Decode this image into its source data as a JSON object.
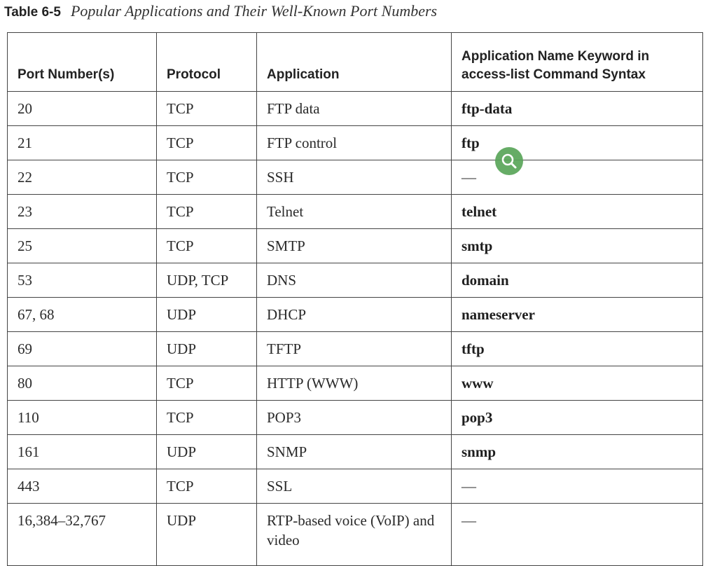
{
  "caption": {
    "label": "Table 6-5",
    "title": "Popular Applications and Their Well-Known Port Numbers"
  },
  "table": {
    "headers": [
      "Port Number(s)",
      "Protocol",
      "Application",
      "Application Name Keyword in access-list Command Syntax"
    ],
    "rows": [
      {
        "port": "20",
        "protocol": "TCP",
        "application": "FTP data",
        "keyword": "ftp-data"
      },
      {
        "port": "21",
        "protocol": "TCP",
        "application": "FTP control",
        "keyword": "ftp"
      },
      {
        "port": "22",
        "protocol": "TCP",
        "application": "SSH",
        "keyword": "—"
      },
      {
        "port": "23",
        "protocol": "TCP",
        "application": "Telnet",
        "keyword": "telnet"
      },
      {
        "port": "25",
        "protocol": "TCP",
        "application": "SMTP",
        "keyword": "smtp"
      },
      {
        "port": "53",
        "protocol": "UDP, TCP",
        "application": "DNS",
        "keyword": "domain"
      },
      {
        "port": "67, 68",
        "protocol": "UDP",
        "application": "DHCP",
        "keyword": "nameserver"
      },
      {
        "port": "69",
        "protocol": "UDP",
        "application": "TFTP",
        "keyword": "tftp"
      },
      {
        "port": "80",
        "protocol": "TCP",
        "application": "HTTP (WWW)",
        "keyword": "www"
      },
      {
        "port": "110",
        "protocol": "TCP",
        "application": "POP3",
        "keyword": "pop3"
      },
      {
        "port": "161",
        "protocol": "UDP",
        "application": "SNMP",
        "keyword": "snmp"
      },
      {
        "port": "443",
        "protocol": "TCP",
        "application": "SSL",
        "keyword": "—"
      },
      {
        "port": "16,384–32,767",
        "protocol": "UDP",
        "application": "RTP-based voice (VoIP) and video",
        "keyword": "—"
      }
    ]
  },
  "overlay": {
    "icon": "magnifier-icon",
    "color": "#5aa55a"
  }
}
